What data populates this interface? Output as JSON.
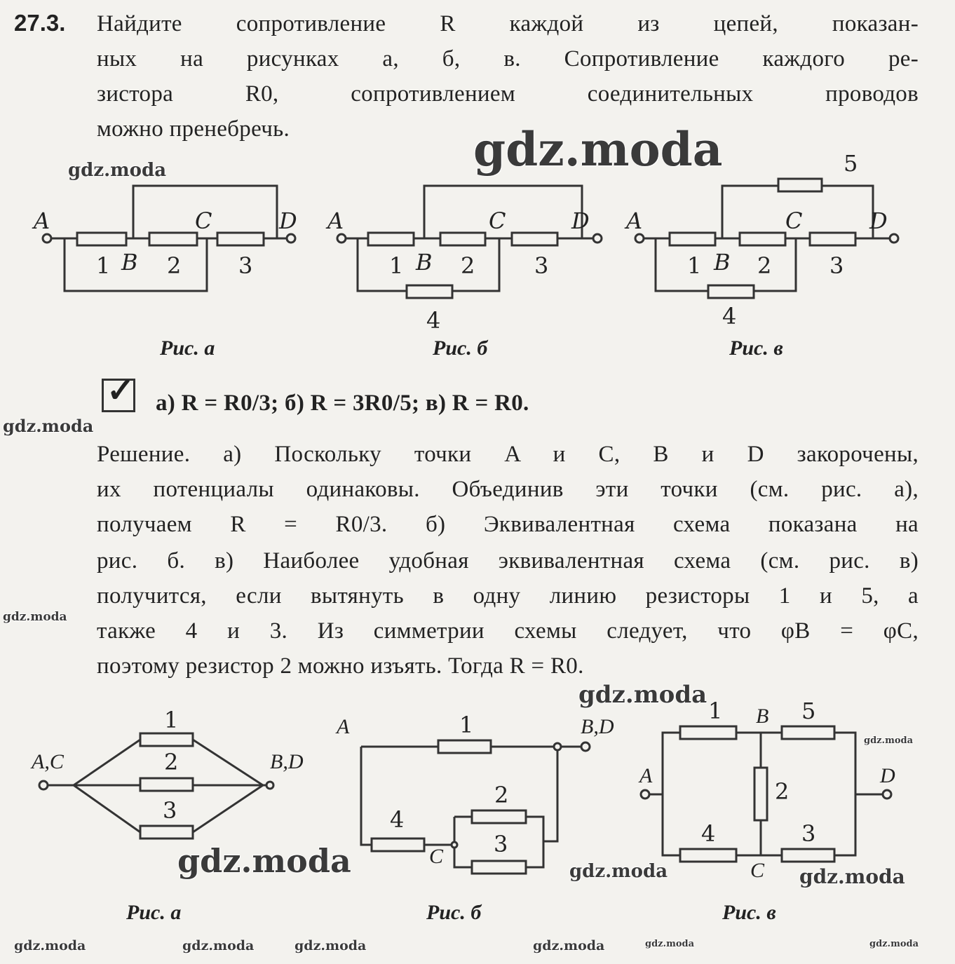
{
  "problem": {
    "number": "27.3.",
    "lines": [
      "Найдите сопротивление R каждой из цепей, показан-",
      "ных на рисунках а, б, в. Сопротивление каждого ре-",
      "зистора R0, сопротивлением соединительных проводов",
      "можно пренебречь."
    ]
  },
  "figures_top": {
    "captions": [
      "Рис. а",
      "Рис. б",
      "Рис. в"
    ],
    "nodes": [
      "A",
      "B",
      "C",
      "D"
    ],
    "resistor_labels": [
      "1",
      "2",
      "3",
      "4",
      "5"
    ]
  },
  "answer": {
    "check_icon": "checkbox-checked",
    "text": "а) R = R0/3; б) R = 3R0/5; в) R = R0."
  },
  "solution": {
    "lines": [
      "Решение. а) Поскольку точки A и C, B и D закорочены,",
      "их потенциалы одинаковы. Объединив эти точки (см. рис. а),",
      "получаем R = R0/3. б) Эквивалентная схема показана на",
      "рис. б. в) Наиболее удобная эквивалентная схема (см. рис. в)",
      "получится, если вытянуть в одну линию резисторы 1 и 5, а",
      "также 4 и 3. Из симметрии схемы следует, что φB = φC,",
      "поэтому резистор 2 можно изъять. Тогда R = R0."
    ]
  },
  "figures_bottom": {
    "captions": [
      "Рис. а",
      "Рис. б",
      "Рис. в"
    ],
    "labels": [
      "A,C",
      "B,D",
      "A",
      "B,D",
      "C",
      "A",
      "B",
      "C",
      "D"
    ]
  },
  "watermark": "gdz.moda"
}
